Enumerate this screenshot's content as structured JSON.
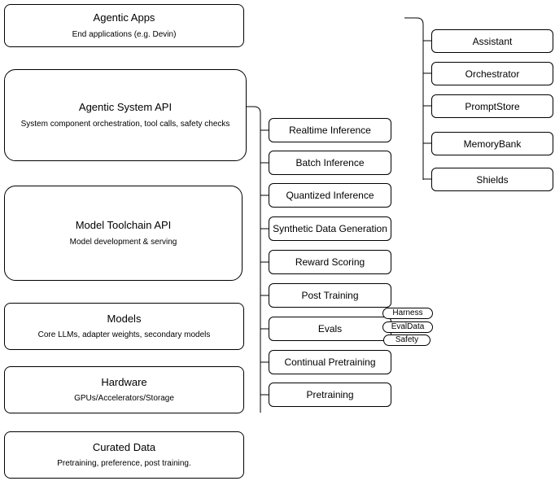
{
  "diagram": {
    "left_boxes": [
      {
        "title": "Agentic Apps",
        "subtitle": "End applications (e.g. Devin)"
      },
      {
        "title": "Agentic System API",
        "subtitle": "System component orchestration, tool calls, safety checks"
      },
      {
        "title": "Model Toolchain API",
        "subtitle": "Model development & serving"
      },
      {
        "title": "Models",
        "subtitle": "Core LLMs, adapter weights, secondary models"
      },
      {
        "title": "Hardware",
        "subtitle": "GPUs/Accelerators/Storage"
      },
      {
        "title": "Curated Data",
        "subtitle": "Pretraining, preference, post training."
      }
    ],
    "toolchain_items": [
      "Realtime Inference",
      "Batch Inference",
      "Quantized Inference",
      "Synthetic Data Generation",
      "Reward Scoring",
      "Post Training",
      "Evals",
      "Continual Pretraining",
      "Pretraining"
    ],
    "eval_pills": [
      "Harness",
      "EvalData",
      "Safety"
    ],
    "system_components": [
      "Assistant",
      "Orchestrator",
      "PromptStore",
      "MemoryBank",
      "Shields"
    ],
    "colors": {
      "line": "#000000",
      "box_border": "#000000",
      "box_fill": "#ffffff",
      "text": "#000000"
    }
  }
}
